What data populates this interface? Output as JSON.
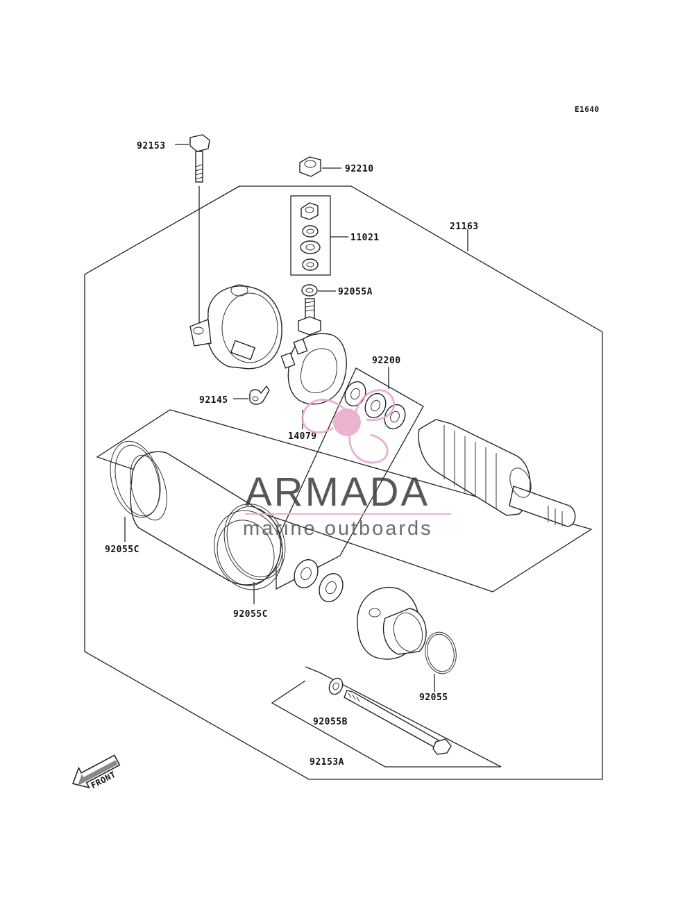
{
  "diagram": {
    "code": "E1640",
    "parts": {
      "p92153": "92153",
      "p92210": "92210",
      "p21163": "21163",
      "p11021": "11021",
      "p92055A": "92055A",
      "p92200": "92200",
      "p92145": "92145",
      "p14079": "14079",
      "p92055C_1": "92055C",
      "p92055C_2": "92055C",
      "p92055": "92055",
      "p92055B": "92055B",
      "p92153A": "92153A"
    },
    "front_label": "FRONT"
  },
  "watermark": {
    "brand": "ARMADA",
    "tagline": "marine outboards",
    "accent_color": "#e7a6c8",
    "logo_icon": "propeller-icon"
  }
}
